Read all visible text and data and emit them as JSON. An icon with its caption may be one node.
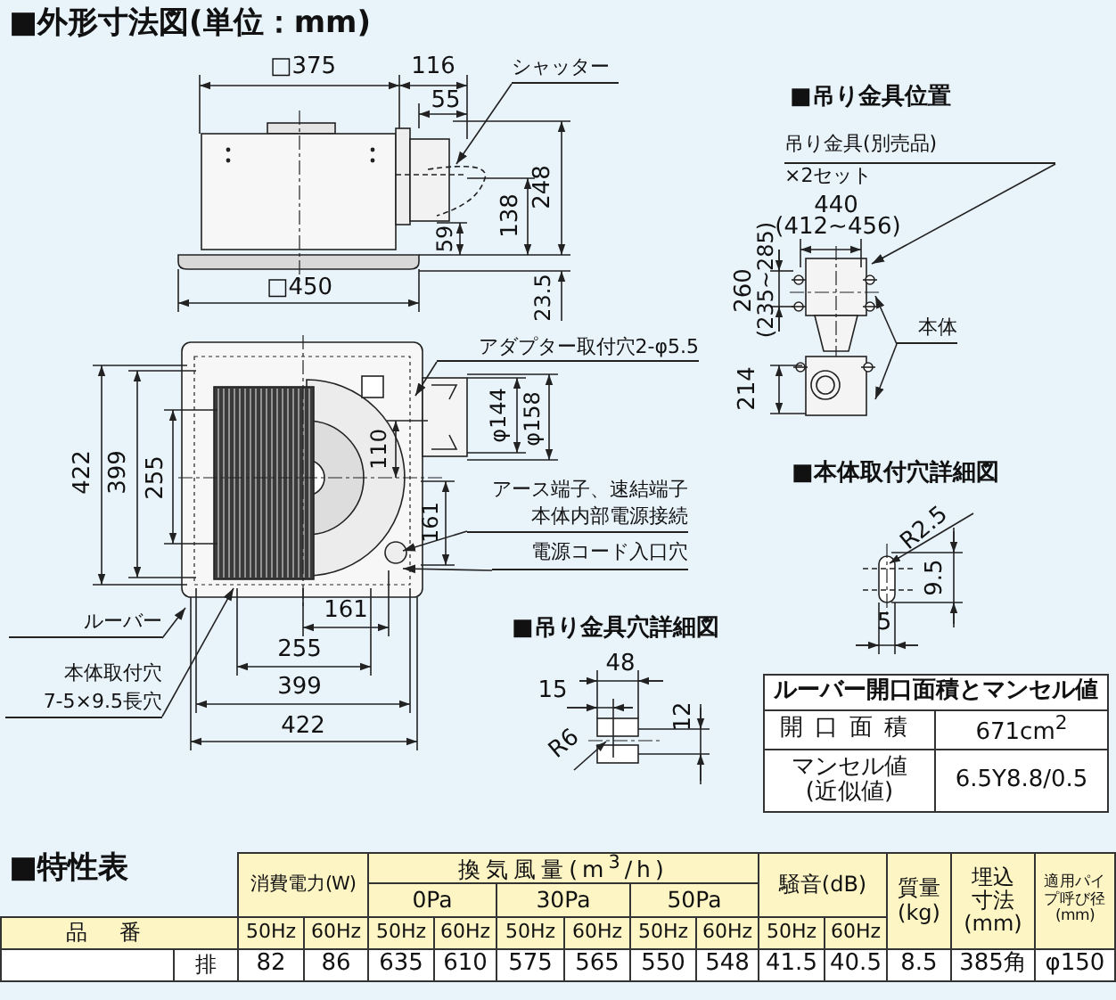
{
  "diagram": {
    "title": "■外形寸法図(単位：mm)",
    "nodes": [
      {
        "text": [
          "シャッター"
        ]
      },
      {
        "text": [
          "アダプター取付穴2-φ5.5"
        ]
      },
      {
        "text": [
          "アース端子、速結端子",
          "本体内部電源接続"
        ]
      },
      {
        "text": [
          "電源コード入口穴"
        ]
      },
      {
        "text": [
          "ルーバー"
        ]
      },
      {
        "text": [
          "本体取付穴",
          "7-5×9.5長穴"
        ]
      },
      {
        "text": [
          "吊り金具(別売品)",
          "×2セット"
        ]
      },
      {
        "text": [
          "本体"
        ]
      },
      {
        "text": [],
        "shape": "picture"
      },
      {
        "text": [],
        "shape": "picture"
      },
      {
        "text": [],
        "shape": "picture"
      }
    ],
    "edges": [
      {
        "from": 0,
        "to": 8,
        "arrow": "to"
      },
      {
        "from": 1,
        "to": 9,
        "arrow": "to"
      },
      {
        "from": 2,
        "to": 9,
        "arrow": "to"
      },
      {
        "from": 3,
        "to": 9,
        "arrow": "to"
      },
      {
        "from": 4,
        "to": 9,
        "arrow": "to"
      },
      {
        "from": 5,
        "to": 9,
        "arrow": "to"
      },
      {
        "from": 6,
        "to": 10,
        "arrow": "to"
      },
      {
        "from": 7,
        "to": 10,
        "arrow": "to"
      },
      {
        "from": 7,
        "to": 10,
        "arrow": "to"
      }
    ],
    "labels": [
      "□375",
      "116",
      "55",
      "248",
      "138",
      "59",
      "□450",
      "23.5",
      "■吊り金具位置",
      "440",
      "(412~456)",
      "260",
      "(235~285)",
      "214",
      "422",
      "399",
      "255",
      "110",
      "φ144",
      "φ158",
      "161",
      "161",
      "255",
      "399",
      "422",
      "■本体取付穴詳細図",
      "R2.5",
      "9.5",
      "5",
      "■吊り金具穴詳細図",
      "48",
      "15",
      "12",
      "R6",
      "ルーバー開口面積とマンセル値",
      "開口面積",
      "671cm$^{2}$",
      "マンセル値(近似値)",
      "6.5Y8.8/0.5",
      "■特性表",
      "消費電力(W)",
      "換気風量(m$^{3}$/h)",
      "騒音(dB)",
      "質量(kg)",
      "埋込寸法(mm)",
      "適用パイプ呼び径(mm)",
      "0Pa",
      "30Pa",
      "50Pa",
      "品番",
      "50Hz",
      "60Hz",
      "50Hz",
      "60Hz",
      "50Hz",
      "60Hz",
      "50Hz",
      "60Hz",
      "50Hz",
      "60Hz",
      "排",
      "82",
      "86",
      "635",
      "610",
      "575",
      "565",
      "550",
      "548",
      "41.5",
      "40.5",
      "8.5",
      "385角",
      "φ150"
    ]
  }
}
